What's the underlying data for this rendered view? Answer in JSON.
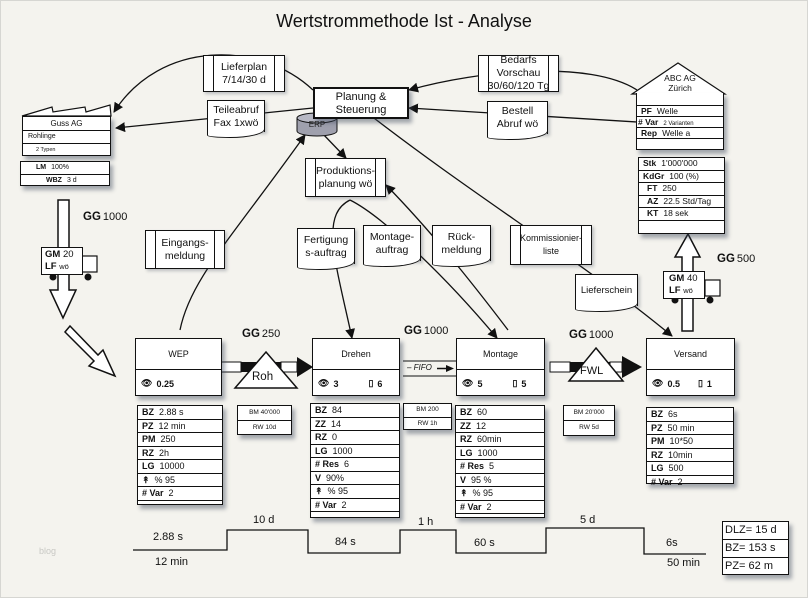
{
  "title": "Wertstrommethode Ist - Analyse",
  "watermark": "blog",
  "supplier": {
    "name": "Guss AG",
    "rows": [
      "Rohlinge",
      "2 Typen"
    ],
    "info": [
      {
        "k": "LM",
        "v": "100%"
      },
      {
        "k": "WBZ",
        "v": "3 d"
      }
    ]
  },
  "customer": {
    "name_line1": "ABC AG",
    "name_line2": "Zürich",
    "rows": [
      {
        "k": "PF",
        "v": "Welle"
      },
      {
        "k": "# Var",
        "v": "2 Varianten"
      },
      {
        "k": "Rep",
        "v": "Welle a"
      }
    ],
    "data": [
      {
        "k": "Stk",
        "v": "1'000'000"
      },
      {
        "k": "KdGr",
        "v": "100 (%)"
      },
      {
        "k": "FT",
        "v": "250"
      },
      {
        "k": "AZ",
        "v": "22.5 Std/Tag"
      },
      {
        "k": "KT",
        "v": "18 sek"
      }
    ]
  },
  "control": {
    "label_line1": "Planung &",
    "label_line2": "Steuerung",
    "erp": "ERP"
  },
  "info_boxes": {
    "lieferplan": [
      "Lieferplan",
      "7/14/30 d"
    ],
    "teileabruf": [
      "Teileabruf",
      "Fax 1xwö"
    ],
    "bedarfsvorschau": [
      "Bedarfs",
      "Vorschau",
      "30/60/120 Tg"
    ],
    "bestellabruf": [
      "Bestell",
      "Abruf wö"
    ],
    "produktionsplanung": [
      "Produktions-",
      "planung wö"
    ],
    "eingangsmeldung": [
      "Eingangs-",
      "meldung"
    ],
    "fertigungsauftrag": [
      "Fertigung",
      "s-auftrag"
    ],
    "montageauftrag": [
      "Montage-",
      "auftrag"
    ],
    "rueckmeldung": [
      "Rück-",
      "meldung"
    ],
    "kommissionierliste": [
      "Kommissionier-",
      "liste"
    ],
    "lieferschein": [
      "Lieferschein"
    ]
  },
  "trucks": {
    "inbound": {
      "gm_label": "GM",
      "gm_value": "20",
      "lf_label": "LF",
      "lf_value": "wö",
      "gg_label": "GG",
      "gg_value": "1000"
    },
    "outbound": {
      "gm_label": "GM",
      "gm_value": "40",
      "lf_label": "LF",
      "lf_value": "wö",
      "gg_label": "GG",
      "gg_value": "500"
    }
  },
  "processes": [
    {
      "name": "WEP",
      "operators": "0.25",
      "stations": ""
    },
    {
      "name": "Drehen",
      "operators": "3",
      "stations": "6"
    },
    {
      "name": "Montage",
      "operators": "5",
      "stations": "5"
    },
    {
      "name": "Versand",
      "operators": "0.5",
      "stations": "1"
    }
  ],
  "inventories": [
    {
      "gg_label": "GG",
      "gg_value": "250",
      "label": "Roh",
      "bm": "BM 40'000",
      "rw": "RW 10d"
    },
    {
      "gg_label": "GG",
      "gg_value": "1000",
      "label": "FIFO",
      "bm": "BM 200",
      "rw": "RW 1h"
    },
    {
      "gg_label": "GG",
      "gg_value": "1000",
      "label": "FWL",
      "bm": "BM 20'000",
      "rw": "RW 5d"
    }
  ],
  "data_boxes": [
    [
      {
        "k": "BZ",
        "v": "2.88 s"
      },
      {
        "k": "PZ",
        "v": "12 min"
      },
      {
        "k": "PM",
        "v": "250"
      },
      {
        "k": "RZ",
        "v": "2h"
      },
      {
        "k": "LG",
        "v": "10000"
      },
      {
        "k": "↟",
        "v": "% 95"
      },
      {
        "k": "# Var",
        "v": "2"
      },
      {
        "k": "",
        "v": ""
      }
    ],
    [
      {
        "k": "BZ",
        "v": "84"
      },
      {
        "k": "ZZ",
        "v": "14"
      },
      {
        "k": "RZ",
        "v": "0"
      },
      {
        "k": "LG",
        "v": "1000"
      },
      {
        "k": "# Res",
        "v": "6"
      },
      {
        "k": "V",
        "v": "90%"
      },
      {
        "k": "↟",
        "v": "% 95"
      },
      {
        "k": "# Var",
        "v": "2"
      },
      {
        "k": "",
        "v": ""
      }
    ],
    [
      {
        "k": "BZ",
        "v": "60"
      },
      {
        "k": "ZZ",
        "v": "12"
      },
      {
        "k": "RZ",
        "v": "60min"
      },
      {
        "k": "LG",
        "v": "1000"
      },
      {
        "k": "# Res",
        "v": "5"
      },
      {
        "k": "V",
        "v": "95 %"
      },
      {
        "k": "↟",
        "v": "% 95"
      },
      {
        "k": "# Var",
        "v": "2"
      },
      {
        "k": "",
        "v": ""
      }
    ],
    [
      {
        "k": "BZ",
        "v": "6s"
      },
      {
        "k": "PZ",
        "v": "50 min"
      },
      {
        "k": "PM",
        "v": "10*50"
      },
      {
        "k": "RZ",
        "v": "10min"
      },
      {
        "k": "LG",
        "v": "500"
      },
      {
        "k": "# Var",
        "v": "2"
      }
    ]
  ],
  "timeline": {
    "up": [
      "2.88 s",
      "10 d",
      "84 s",
      "1 h",
      "60 s",
      "5 d",
      "6s"
    ],
    "process_times": [
      "12 min",
      "50 min"
    ],
    "totals": [
      "DLZ= 15 d",
      "BZ= 153 s",
      "PZ= 62 m"
    ]
  }
}
